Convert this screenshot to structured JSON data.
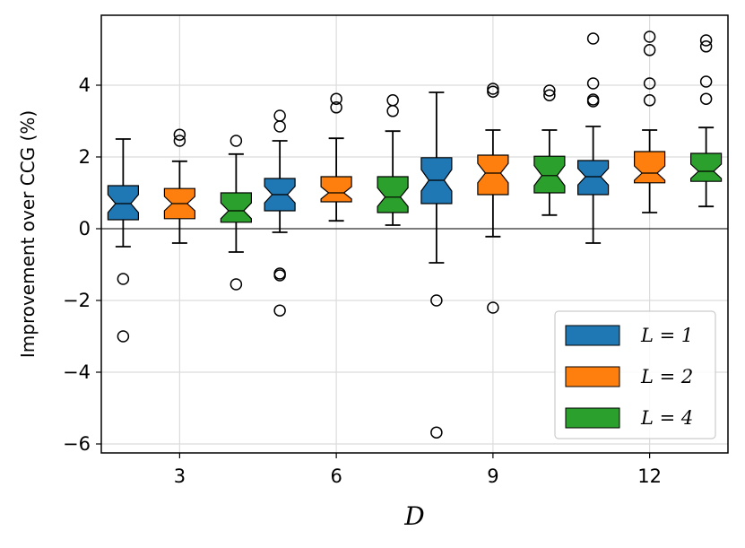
{
  "chart_data": {
    "type": "box",
    "xlabel": "D",
    "ylabel": "Improvement over CCG (%)",
    "categories": [
      "3",
      "6",
      "9",
      "12"
    ],
    "ylim": [
      -6.25,
      5.95
    ],
    "yticks": [
      -6,
      -4,
      -2,
      0,
      2,
      4
    ],
    "ytick_labels": [
      "−6",
      "−4",
      "−2",
      "0",
      "2",
      "4"
    ],
    "grid": true,
    "reference_line": 0,
    "legend_position": "lower-right",
    "series": [
      {
        "name": "L = 1",
        "color": "#1f77b4",
        "boxes": [
          {
            "whisker_low": -0.5,
            "q1": 0.25,
            "median": 0.7,
            "q3": 1.2,
            "whisker_high": 2.5,
            "notch_low": 0.45,
            "notch_high": 0.95,
            "outliers": [
              -1.4,
              -3.0
            ]
          },
          {
            "whisker_low": -0.1,
            "q1": 0.5,
            "median": 0.95,
            "q3": 1.4,
            "whisker_high": 2.45,
            "notch_low": 0.72,
            "notch_high": 1.18,
            "outliers": [
              2.85,
              3.15,
              -1.25,
              -1.3,
              -2.28
            ]
          },
          {
            "whisker_low": -0.95,
            "q1": 0.7,
            "median": 1.35,
            "q3": 1.98,
            "whisker_high": 3.8,
            "notch_low": 1.05,
            "notch_high": 1.65,
            "outliers": [
              -2.0,
              -5.68
            ]
          },
          {
            "whisker_low": -0.4,
            "q1": 0.95,
            "median": 1.45,
            "q3": 1.9,
            "whisker_high": 2.85,
            "notch_low": 1.22,
            "notch_high": 1.68,
            "outliers": [
              3.55,
              3.6,
              4.05,
              5.3
            ]
          }
        ]
      },
      {
        "name": "L = 2",
        "color": "#ff7f0e",
        "boxes": [
          {
            "whisker_low": -0.4,
            "q1": 0.28,
            "median": 0.7,
            "q3": 1.12,
            "whisker_high": 1.88,
            "notch_low": 0.5,
            "notch_high": 0.9,
            "outliers": [
              2.45,
              2.62
            ]
          },
          {
            "whisker_low": 0.22,
            "q1": 0.75,
            "median": 1.0,
            "q3": 1.45,
            "whisker_high": 2.52,
            "notch_low": 0.83,
            "notch_high": 1.17,
            "outliers": [
              3.38,
              3.62
            ]
          },
          {
            "whisker_low": -0.22,
            "q1": 0.95,
            "median": 1.55,
            "q3": 2.05,
            "whisker_high": 2.75,
            "notch_low": 1.28,
            "notch_high": 1.82,
            "outliers": [
              -2.2,
              3.82,
              3.9
            ]
          },
          {
            "whisker_low": 0.45,
            "q1": 1.28,
            "median": 1.55,
            "q3": 2.15,
            "whisker_high": 2.75,
            "notch_low": 1.35,
            "notch_high": 1.75,
            "outliers": [
              3.58,
              4.05,
              4.98,
              5.35
            ]
          }
        ]
      },
      {
        "name": "L = 4",
        "color": "#2ca02c",
        "boxes": [
          {
            "whisker_low": -0.65,
            "q1": 0.18,
            "median": 0.5,
            "q3": 1.0,
            "whisker_high": 2.08,
            "notch_low": 0.28,
            "notch_high": 0.72,
            "outliers": [
              -1.55,
              2.45
            ]
          },
          {
            "whisker_low": 0.1,
            "q1": 0.45,
            "median": 0.88,
            "q3": 1.45,
            "whisker_high": 2.72,
            "notch_low": 0.62,
            "notch_high": 1.14,
            "outliers": [
              3.28,
              3.58
            ]
          },
          {
            "whisker_low": 0.38,
            "q1": 1.0,
            "median": 1.48,
            "q3": 2.02,
            "whisker_high": 2.75,
            "notch_low": 1.2,
            "notch_high": 1.76,
            "outliers": [
              3.72,
              3.85
            ]
          },
          {
            "whisker_low": 0.62,
            "q1": 1.32,
            "median": 1.6,
            "q3": 2.1,
            "whisker_high": 2.82,
            "notch_low": 1.4,
            "notch_high": 1.8,
            "outliers": [
              3.62,
              4.1,
              5.08,
              5.25
            ]
          }
        ]
      }
    ]
  }
}
